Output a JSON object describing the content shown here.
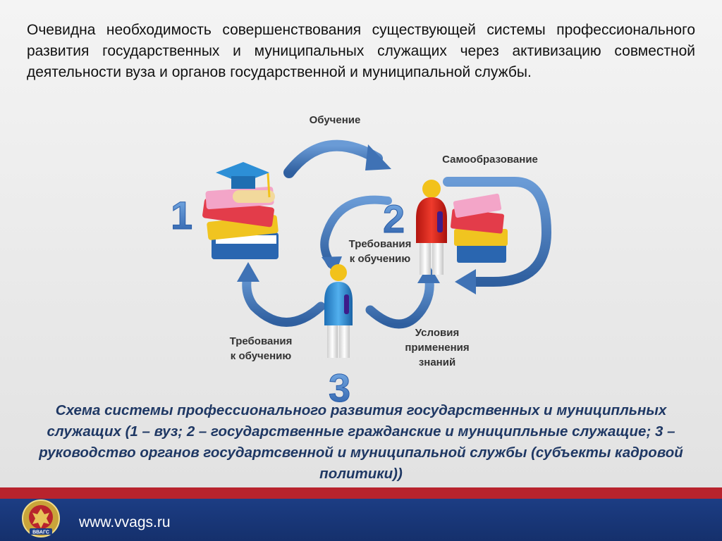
{
  "intro_text": "Очевидна необходимость совершенствования существующей системы профессионального развития государственных и муниципальных служащих через активизацию совместной деятельности вуза и органов государственной и муниципальной службы.",
  "diagram": {
    "nodes": [
      {
        "number": "1"
      },
      {
        "number": "2"
      },
      {
        "number": "3"
      }
    ],
    "labels": {
      "obuchenie": "Обучение",
      "samoobrazovanie": "Самообразование",
      "trebovaniya_center_1": "Требования",
      "trebovaniya_center_2": "к обучению",
      "trebovaniya_left_1": "Требования",
      "trebovaniya_left_2": "к обучению",
      "usloviya_1": "Условия",
      "usloviya_2": "применения",
      "usloviya_3": "знаний"
    }
  },
  "caption": "Схема системы профессионального развития государственных и муниципльных служащих (1 – вуз; 2 – государственные гражданские и муниципльные служащие; 3 – руководство органов государтсвенной и муниципальной службы (субъекты кадровой политики))",
  "footer": {
    "url": "www.vvags.ru",
    "emblem_text": "ВВАГС"
  },
  "colors": {
    "arrow": "#3f72b5",
    "caption": "#1f3864",
    "footer_bg": "#1c3d84",
    "red_band": "#b8232d",
    "person_red": "#d9231b",
    "person_blue": "#2d8fd6",
    "head_yellow": "#f2c21a",
    "number_blue": "#3a6fb8"
  }
}
